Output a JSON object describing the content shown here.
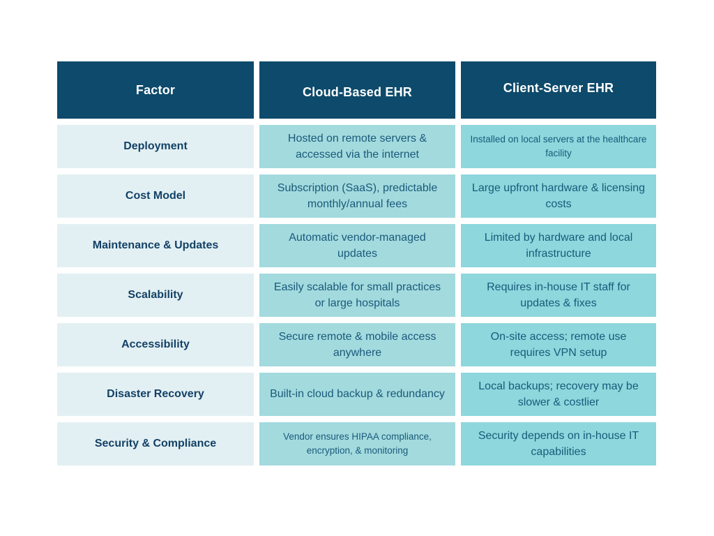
{
  "colors": {
    "background": "#ffffff",
    "header_bg": "#0d4a6b",
    "header_text": "#ffffff",
    "factor_cell_bg": "#e3f0f3",
    "factor_text": "#134166",
    "cloud_cell_bg": "#a3dade",
    "client_cell_bg": "#8dd7dd",
    "cell_text": "#1a5a7a"
  },
  "table": {
    "columns": [
      {
        "key": "factor",
        "label": "Factor"
      },
      {
        "key": "cloud",
        "label": "Cloud-Based EHR"
      },
      {
        "key": "client",
        "label": "Client-Server EHR"
      }
    ],
    "rows": [
      {
        "factor": "Deployment",
        "cloud": "Hosted on remote servers & accessed via the internet",
        "client": "Installed on local servers at the healthcare facility"
      },
      {
        "factor": "Cost Model",
        "cloud": "Subscription (SaaS), predictable monthly/annual fees",
        "client": "Large upfront hardware & licensing costs"
      },
      {
        "factor": "Maintenance & Updates",
        "cloud": "Automatic vendor-managed updates",
        "client": "Limited by hardware and local infrastructure"
      },
      {
        "factor": "Scalability",
        "cloud": "Easily scalable for small practices or large hospitals",
        "client": "Requires in-house IT staff for updates & fixes"
      },
      {
        "factor": "Accessibility",
        "cloud": "Secure remote & mobile access anywhere",
        "client": "On-site access; remote use requires VPN setup"
      },
      {
        "factor": "Disaster Recovery",
        "cloud": "Built-in cloud backup & redundancy",
        "client": "Local backups; recovery may be slower & costlier"
      },
      {
        "factor": "Security & Compliance",
        "cloud": "Vendor ensures HIPAA compliance, encryption, & monitoring",
        "client": "Security depends on in-house IT capabilities"
      }
    ]
  }
}
